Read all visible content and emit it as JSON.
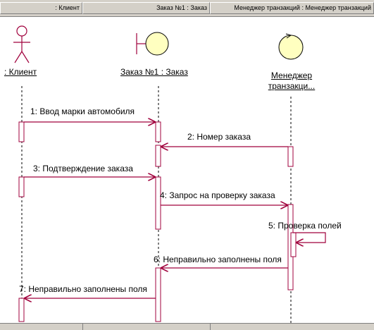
{
  "header": {
    "columns": [
      ": Клиент",
      "Заказ №1 : Заказ",
      "Менеджер транзакций : Менеджер транзакций"
    ]
  },
  "objects": {
    "client": {
      "label": ": Клиент",
      "icon": "actor-icon"
    },
    "order": {
      "label": "Заказ №1 : Заказ",
      "icon": "boundary-icon"
    },
    "manager": {
      "label_line1": "Менеджер",
      "label_line2": "транзакци...",
      "icon": "control-icon"
    }
  },
  "messages": [
    {
      "number": 1,
      "text": "1: Ввод марки автомобиля",
      "from": "client",
      "to": "order"
    },
    {
      "number": 2,
      "text": "2: Номер заказа",
      "from": "manager",
      "to": "order"
    },
    {
      "number": 3,
      "text": "3: Подтверждение заказа",
      "from": "client",
      "to": "order"
    },
    {
      "number": 4,
      "text": "4: Запрос на проверку заказа",
      "from": "order",
      "to": "manager"
    },
    {
      "number": 5,
      "text": "5: Проверка полей",
      "from": "manager",
      "to": "manager"
    },
    {
      "number": 6,
      "text": "6: Неправильно заполнены поля",
      "from": "manager",
      "to": "order"
    },
    {
      "number": 7,
      "text": "7: Неправильно заполнены поля",
      "from": "order",
      "to": "client"
    }
  ],
  "colors": {
    "message_line": "#a0003c",
    "activation": "#a0003c",
    "object_fill": "#ffffc0",
    "lifeline": "#000000",
    "actor": "#a0003c"
  }
}
